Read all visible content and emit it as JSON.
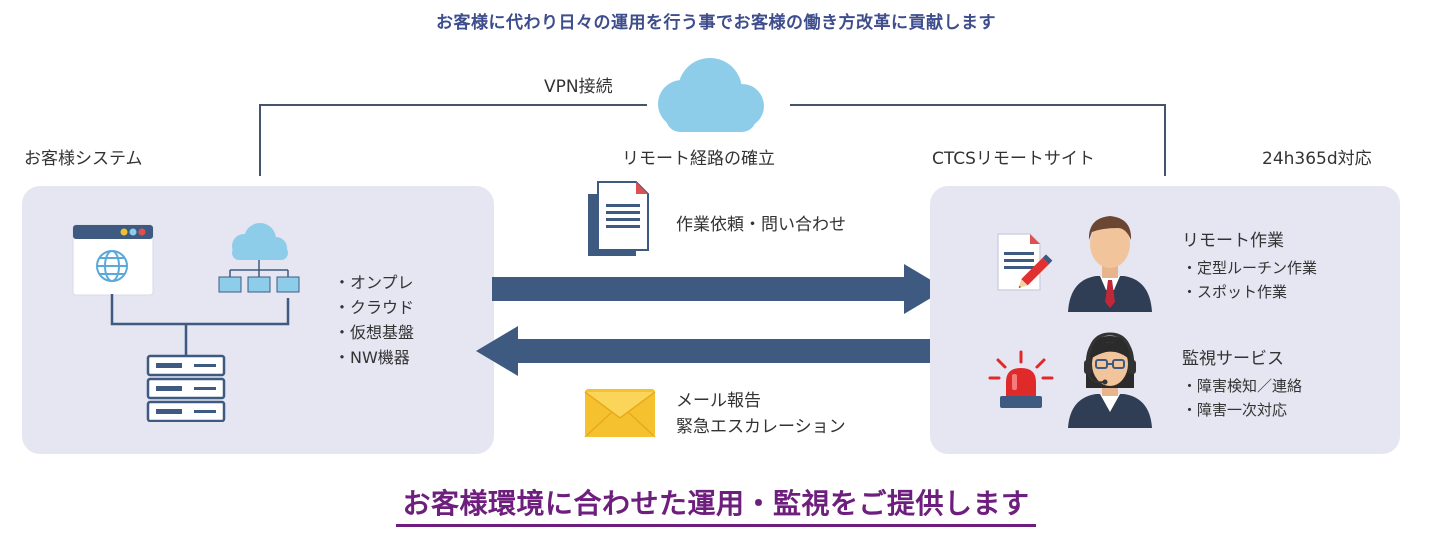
{
  "header": {
    "text": "お客様に代わり日々の運用を行う事でお客様の働き方改革に貢献します"
  },
  "vpn": {
    "label": "VPN接続",
    "route_label": "リモート経路の確立"
  },
  "customer": {
    "title": "お客様システム",
    "items": [
      "オンプレ",
      "クラウド",
      "仮想基盤",
      "NW機器"
    ]
  },
  "flow": {
    "request_label": "作業依頼・問い合わせ",
    "report_lines": [
      "メール報告",
      "緊急エスカレーション"
    ]
  },
  "ctcs": {
    "title": "CTCSリモートサイト",
    "availability": "24h365d対応",
    "remote": {
      "title": "リモート作業",
      "items": [
        "定型ルーチン作業",
        "スポット作業"
      ]
    },
    "monitor": {
      "title": "監視サービス",
      "items": [
        "障害検知／連絡",
        "障害一次対応"
      ]
    }
  },
  "footer": {
    "text": "お客様環境に合わせた運用・監視をご提供します"
  },
  "colors": {
    "header": "#3e4d8c",
    "footer": "#6e1f7e",
    "arrow": "#3f5a80",
    "panel": "#e6e5f2",
    "cloud": "#8ecdea",
    "envelope": "#f5c12e",
    "alarm": "#e02a2a"
  },
  "icons": [
    "browser-globe-icon",
    "cloud-network-icon",
    "server-rack-icon",
    "document-icon",
    "envelope-icon",
    "document-pen-icon",
    "operator-man-icon",
    "alarm-light-icon",
    "operator-headset-icon",
    "cloud-icon"
  ]
}
